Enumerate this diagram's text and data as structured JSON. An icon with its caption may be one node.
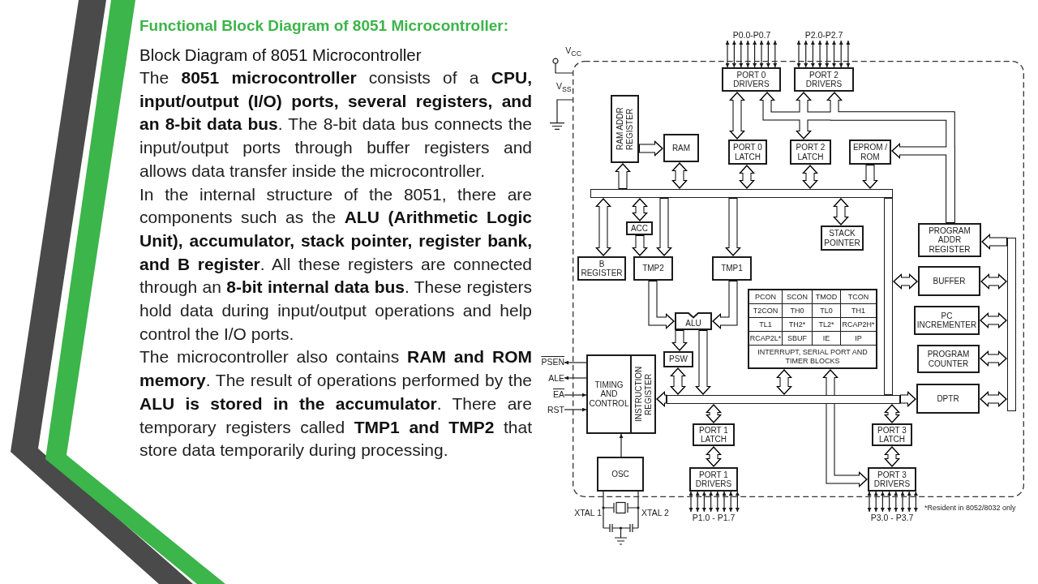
{
  "diagram": {
    "title": "Functional Block Diagram of 8051 Microcontroller:",
    "nodes": [
      {
        "text": [
          "P0.0-P0.7"
        ]
      },
      {
        "text": [
          "P2.0-P2.7"
        ]
      },
      {
        "text": [],
        "shape": "box"
      },
      {
        "text": [
          "PORT 0 DRIVERS"
        ],
        "in": 2
      },
      {
        "text": [
          "PORT 2 DRIVERS"
        ],
        "in": 2
      },
      {
        "text": [
          "RAM ADDR REGISTER"
        ],
        "in": 2
      },
      {
        "text": [
          "RAM"
        ],
        "in": 2
      },
      {
        "text": [
          "PORT 0 LATCH"
        ],
        "in": 2
      },
      {
        "text": [
          "PORT 2 LATCH"
        ],
        "in": 2
      },
      {
        "text": [
          "EPROM / ROM"
        ],
        "in": 2
      },
      {
        "text": [],
        "shape": "bar",
        "in": 2
      },
      {
        "text": [
          "ACC"
        ],
        "in": 2
      },
      {
        "text": [
          "STACK POINTER"
        ],
        "in": 2
      },
      {
        "text": [
          "PROGRAM ADDR REGISTER"
        ],
        "in": 2
      },
      {
        "text": [],
        "shape": "bar",
        "in": 2
      },
      {
        "text": [
          "B REGISTER"
        ],
        "in": 2
      },
      {
        "text": [
          "TMP2"
        ],
        "in": 2
      },
      {
        "text": [
          "TMP1"
        ],
        "in": 2
      },
      {
        "text": [],
        "shape": "bar",
        "in": 2
      },
      {
        "text": [
          "BUFFER"
        ],
        "in": 2
      },
      {
        "text": [
          "PCON",
          "SCON",
          "TMOD",
          "TCON",
          "T2CON",
          "TH0",
          "TL0",
          "TH1",
          "TL1",
          "TH2*",
          "TL2*",
          "RCAP2H*",
          "RCAP2L*",
          "SBUF",
          "IE",
          "IP",
          "INTERRUPT, SERIAL PORT AND TIMER BLOCKS"
        ],
        "in": 2
      },
      {
        "text": [
          "ALU"
        ],
        "in": 2
      },
      {
        "text": [
          "PC INCREMENTER"
        ],
        "in": 2
      },
      {
        "text": [
          "PSW"
        ],
        "in": 2
      },
      {
        "text": [
          "PROGRAM COUNTER"
        ],
        "in": 2
      },
      {
        "text": [
          "PSEN"
        ]
      },
      {
        "text": [
          "TIMING AND CONTROL"
        ],
        "in": 2
      },
      {
        "text": [
          "INSTRUCTION REGISTER"
        ],
        "in": 2
      },
      {
        "text": [
          "ALE"
        ]
      },
      {
        "text": [
          "EA"
        ]
      },
      {
        "text": [],
        "shape": "bar",
        "in": 2
      },
      {
        "text": [
          "DPTR"
        ],
        "in": 2
      },
      {
        "text": [
          "RST"
        ]
      },
      {
        "text": [
          "PORT 1 LATCH"
        ],
        "in": 2
      },
      {
        "text": [
          "PORT 3 LATCH"
        ],
        "in": 2
      },
      {
        "text": [
          "OSC"
        ],
        "in": 2
      },
      {
        "text": [
          "PORT 1 DRIVERS"
        ],
        "in": 2
      },
      {
        "text": [
          "PORT 3 DRIVERS"
        ],
        "in": 2
      },
      {
        "text": [
          "P1.0 - P1.7"
        ]
      },
      {
        "text": [
          "P3.0 - P3.7"
        ]
      },
      {
        "text": [
          "V$_{CC}$"
        ]
      }
    ],
    "edges": [
      {
        "from": 3,
        "to": 0,
        "arrow": "both"
      },
      {
        "from": 3,
        "to": 0,
        "arrow": "both"
      },
      {
        "from": 3,
        "to": 0,
        "arrow": "both"
      },
      {
        "from": 3,
        "to": 0,
        "arrow": "both"
      },
      {
        "from": 3,
        "to": 0,
        "arrow": "both"
      },
      {
        "from": 3,
        "to": 0,
        "arrow": "both"
      },
      {
        "from": 3,
        "to": 0,
        "arrow": "both"
      },
      {
        "from": 3,
        "to": 0,
        "arrow": "both"
      },
      {
        "from": 4,
        "to": 1,
        "arrow": "both"
      },
      {
        "from": 4,
        "to": 1,
        "arrow": "both"
      },
      {
        "from": 4,
        "to": 1,
        "arrow": "both"
      },
      {
        "from": 4,
        "to": 1,
        "arrow": "both"
      },
      {
        "from": 4,
        "to": 1,
        "arrow": "both"
      },
      {
        "from": 4,
        "to": 1,
        "arrow": "both"
      },
      {
        "from": 4,
        "to": 1,
        "arrow": "both"
      },
      {
        "from": 4,
        "to": 1,
        "arrow": "both"
      },
      {
        "from": 2,
        "to": 40,
        "arrow": "other"
      },
      {
        "from": null,
        "to": 2,
        "arrow": "none"
      },
      {
        "from": 7,
        "to": 3,
        "arrow": "both",
        "style": "thick"
      },
      {
        "from": 8,
        "to": 4,
        "arrow": "both",
        "style": "thick"
      },
      {
        "from": 13,
        "to": 3,
        "arrow": "to",
        "style": "thick"
      },
      {
        "from": 13,
        "to": 4,
        "arrow": "to",
        "style": "thick"
      },
      {
        "from": 13,
        "to": 9,
        "arrow": "to",
        "style": "thick"
      },
      {
        "from": 10,
        "to": 5,
        "arrow": "to",
        "style": "thick"
      },
      {
        "from": 5,
        "to": 6,
        "arrow": "to",
        "style": "thick"
      },
      {
        "from": 6,
        "to": 10,
        "arrow": "both",
        "style": "thick"
      },
      {
        "from": 7,
        "to": 10,
        "arrow": "both",
        "style": "thick"
      },
      {
        "from": 8,
        "to": 10,
        "arrow": "both",
        "style": "thick"
      },
      {
        "from": 9,
        "to": 10,
        "arrow": "to",
        "style": "thick"
      },
      {
        "from": 10,
        "to": 15,
        "arrow": "both",
        "style": "thick"
      },
      {
        "from": 10,
        "to": 11,
        "arrow": "both",
        "style": "thick"
      },
      {
        "from": 11,
        "to": 16,
        "arrow": "to",
        "style": "thick"
      },
      {
        "from": 10,
        "to": 16,
        "arrow": "to",
        "style": "thick"
      },
      {
        "from": 10,
        "to": 17,
        "arrow": "to",
        "style": "thick"
      },
      {
        "from": 12,
        "to": 10,
        "arrow": "both",
        "style": "thick"
      },
      {
        "from": 14,
        "to": 13,
        "arrow": "to",
        "style": "thick"
      },
      {
        "from": 19,
        "to": 18,
        "arrow": "both",
        "style": "thick"
      },
      {
        "from": 19,
        "to": 14,
        "arrow": "both",
        "style": "thick"
      },
      {
        "from": 16,
        "to": 21,
        "arrow": "to",
        "style": "thick"
      },
      {
        "from": 17,
        "to": 21,
        "arrow": "to",
        "style": "thick"
      },
      {
        "from": 22,
        "to": 14,
        "arrow": "both",
        "style": "thick"
      },
      {
        "from": 21,
        "to": 23,
        "arrow": "to",
        "style": "thick"
      },
      {
        "from": 24,
        "to": 14,
        "arrow": "both",
        "style": "thick"
      },
      {
        "from": 21,
        "to": 30,
        "arrow": "to",
        "style": "thick"
      },
      {
        "from": 23,
        "to": 30,
        "arrow": "both",
        "style": "thick"
      },
      {
        "from": 20,
        "to": 30,
        "arrow": "both",
        "style": "thick"
      },
      {
        "from": 20,
        "to": 37,
        "arrow": "both",
        "style": "thick"
      },
      {
        "from": 30,
        "to": 27,
        "arrow": "to",
        "style": "thick"
      },
      {
        "from": 30,
        "to": 31,
        "arrow": "to",
        "style": "thick"
      },
      {
        "from": 31,
        "to": 14,
        "arrow": "both",
        "style": "thick"
      },
      {
        "from": 26,
        "to": 25,
        "arrow": "to"
      },
      {
        "from": 26,
        "to": 28,
        "arrow": "to"
      },
      {
        "from": 29,
        "to": 26,
        "arrow": "to"
      },
      {
        "from": 32,
        "to": 26,
        "arrow": "to"
      },
      {
        "from": 33,
        "to": 30,
        "arrow": "both",
        "style": "thick"
      },
      {
        "from": 34,
        "to": 30,
        "arrow": "both",
        "style": "thick"
      },
      {
        "from": 35,
        "to": 26,
        "arrow": "to"
      },
      {
        "from": 33,
        "to": 36,
        "arrow": "both",
        "style": "thick"
      },
      {
        "from": 34,
        "to": 37,
        "arrow": "both",
        "style": "thick"
      },
      {
        "from": 36,
        "to": 38,
        "arrow": "both"
      },
      {
        "from": 36,
        "to": 38,
        "arrow": "both"
      },
      {
        "from": 36,
        "to": 38,
        "arrow": "both"
      },
      {
        "from": 36,
        "to": 38,
        "arrow": "both"
      },
      {
        "from": 36,
        "to": 38,
        "arrow": "both"
      },
      {
        "from": 36,
        "to": 38,
        "arrow": "both"
      },
      {
        "from": 36,
        "to": 38,
        "arrow": "both"
      },
      {
        "from": 36,
        "to": 38,
        "arrow": "both"
      },
      {
        "from": 37,
        "to": 39,
        "arrow": "both"
      },
      {
        "from": 37,
        "to": 39,
        "arrow": "both"
      },
      {
        "from": 37,
        "to": 39,
        "arrow": "both"
      },
      {
        "from": 37,
        "to": 39,
        "arrow": "both"
      },
      {
        "from": 37,
        "to": 39,
        "arrow": "both"
      },
      {
        "from": 37,
        "to": 39,
        "arrow": "both"
      },
      {
        "from": 37,
        "to": 39,
        "arrow": "both"
      },
      {
        "from": 37,
        "to": 39,
        "arrow": "both"
      }
    ],
    "labels": [
      "Block Diagram of 8051 Microcontroller",
      "The **8051 microcontroller** consists of a **CPU, input/output (I/O) ports, several registers, and an 8-bit data bus**. The 8-bit data bus connects the input/output ports through buffer registers and allows data transfer inside the microcontroller.",
      "In the internal structure of the 8051, there are components such as the **ALU (Arithmetic Logic Unit), accumulator, stack pointer, register bank, and B register**. All these registers are connected through an **8-bit internal data bus**. These registers hold data during input/output operations and help control the I/O ports.",
      "The microcontroller also contains **RAM and ROM memory**. The result of operations performed by the **ALU is stored in the accumulator**. There are temporary registers called **TMP1 and TMP2** that store data temporarily during processing.",
      "V$_{SS}$",
      "XTAL 1",
      "XTAL 2",
      "*Resident in 8052/8032 only"
    ]
  }
}
